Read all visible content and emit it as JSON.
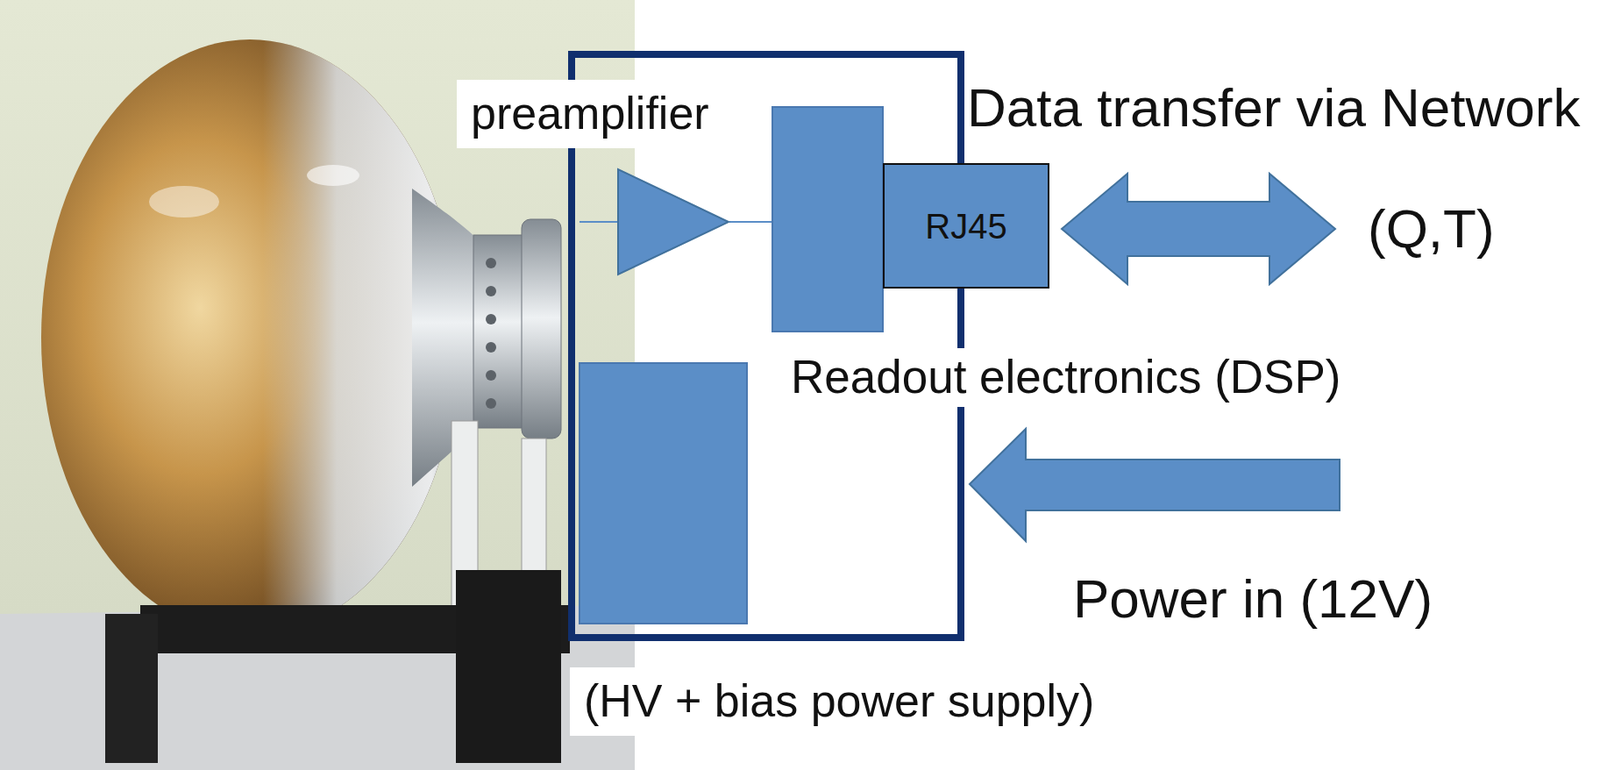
{
  "diagram": {
    "nodes": [
      {
        "text": [
          "Readout electronics (DSP)"
        ]
      },
      {
        "text": [
          "preamplifier"
        ],
        "in": 0
      },
      {
        "text": [
          "RJ45"
        ],
        "in": 0
      },
      {
        "text": [
          "(HV + bias power supply)"
        ],
        "in": 0
      }
    ],
    "labels": [
      "Data transfer via Network",
      "(Q,T)",
      "Power in (12V)"
    ]
  }
}
